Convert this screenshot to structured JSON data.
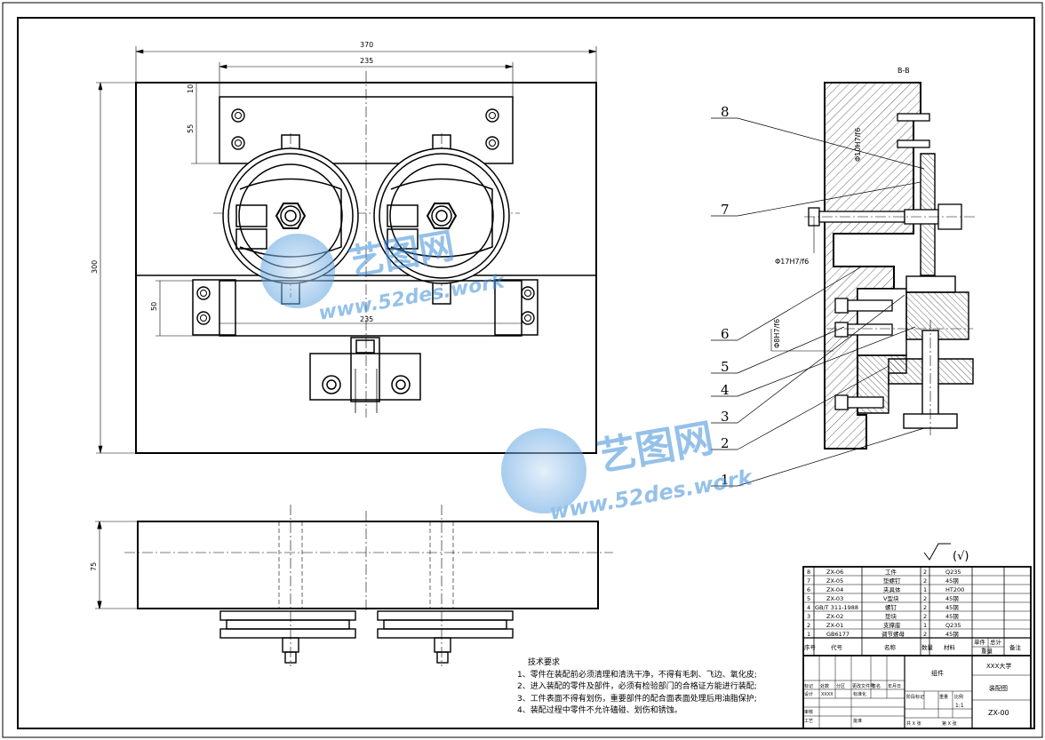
{
  "dimensions": {
    "overall_width": "370",
    "top_width": "235",
    "bottom_width": "235",
    "top_offset": "10",
    "top_height": "55",
    "lower_height": "50",
    "overall_height": "300",
    "side_height": "75"
  },
  "side_view": {
    "fit_upper": "Φ17H7/f6",
    "fit_lower": "Φ8H7/f6",
    "fit_vertical": "Φ10H7/f6",
    "section_mark": "B-B",
    "balloons": [
      "8",
      "7",
      "6",
      "5",
      "4",
      "3",
      "2",
      "1"
    ]
  },
  "surface_finish": "(√)",
  "bom": {
    "rows": [
      {
        "no": "8",
        "code": "ZX-06",
        "name": "工件",
        "qty": "2",
        "material": "Q235"
      },
      {
        "no": "7",
        "code": "ZX-05",
        "name": "垫螺钉",
        "qty": "2",
        "material": "45钢"
      },
      {
        "no": "6",
        "code": "ZX-04",
        "name": "夹具体",
        "qty": "1",
        "material": "HT200"
      },
      {
        "no": "5",
        "code": "ZX-03",
        "name": "V型块",
        "qty": "2",
        "material": "45钢"
      },
      {
        "no": "4",
        "code": "GB/T 311-1988",
        "name": "螺钉",
        "qty": "2",
        "material": "45钢"
      },
      {
        "no": "3",
        "code": "ZX-02",
        "name": "垫块",
        "qty": "2",
        "material": "45钢"
      },
      {
        "no": "2",
        "code": "ZX-01",
        "name": "支撑座",
        "qty": "1",
        "material": "Q235"
      },
      {
        "no": "1",
        "code": "GB6177",
        "name": "调节螺母",
        "qty": "2",
        "material": "45钢"
      }
    ],
    "headers": {
      "no": "序号",
      "code": "代号",
      "name": "名称",
      "qty": "数量",
      "material": "材料",
      "single": "单件",
      "total": "总计",
      "weight": "重量",
      "remark": "备注"
    }
  },
  "title_block": {
    "part_name": "组件",
    "school": "XXX大学",
    "drawing_name": "装配图",
    "drawing_no": "ZX-00",
    "scale": "1:1",
    "labels": {
      "mark": "标记",
      "count": "处数",
      "zone": "分区",
      "change_doc": "更改文件号",
      "sign": "签名",
      "date": "年月日",
      "design": "设计",
      "design_name": "XXXX",
      "standard": "标准化",
      "stage": "阶段标记",
      "weight": "重量",
      "scale": "比例",
      "review": "审核",
      "process": "工艺",
      "approve": "批准",
      "sheets": "共 X 张",
      "sheet": "第 X 张"
    }
  },
  "tech_requirements": {
    "title": "技术要求",
    "items": [
      "1、零件在装配前必须清理和清洗干净，不得有毛刺、飞边、氧化皮;",
      "2、进入装配的零件及部件，必须有检验部门的合格证方能进行装配;",
      "3、工件表面不得有划伤，重要部件的配合面表面处理后用油脂保护;",
      "4、装配过程中零件不允许磕碰、划伤和锈蚀。"
    ]
  },
  "watermark": {
    "brand": "艺图网",
    "url": "www.52des.work"
  }
}
